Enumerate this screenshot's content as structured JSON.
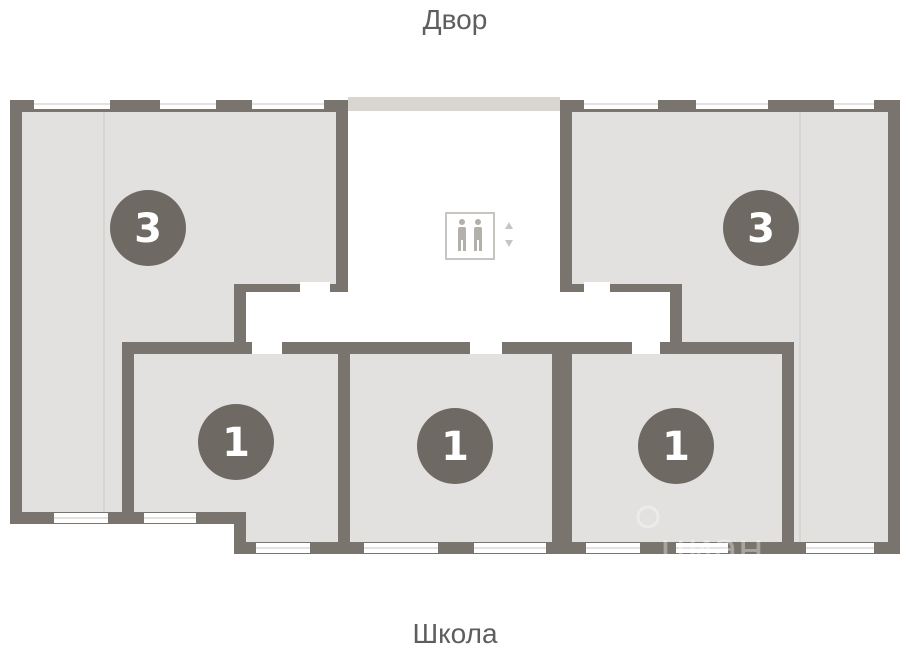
{
  "orientation": {
    "top": "Двор",
    "bottom": "Школа"
  },
  "apartments": [
    {
      "id": "apt-left-3",
      "rooms": "3"
    },
    {
      "id": "apt-right-3",
      "rooms": "3"
    },
    {
      "id": "apt-1-left",
      "rooms": "1"
    },
    {
      "id": "apt-1-center",
      "rooms": "1"
    },
    {
      "id": "apt-1-right",
      "rooms": "1"
    }
  ],
  "icons": {
    "elevator": "elevator-icon",
    "up_down": "up-down-arrows-icon"
  },
  "watermark": "циан",
  "colors": {
    "wall": "#7a746e",
    "room_fill": "#e2e1df",
    "corridor": "#ffffff",
    "badge": "#6f6964",
    "badge_text": "#ffffff",
    "window": "#ffffff",
    "label_text": "#5e5e5e"
  }
}
